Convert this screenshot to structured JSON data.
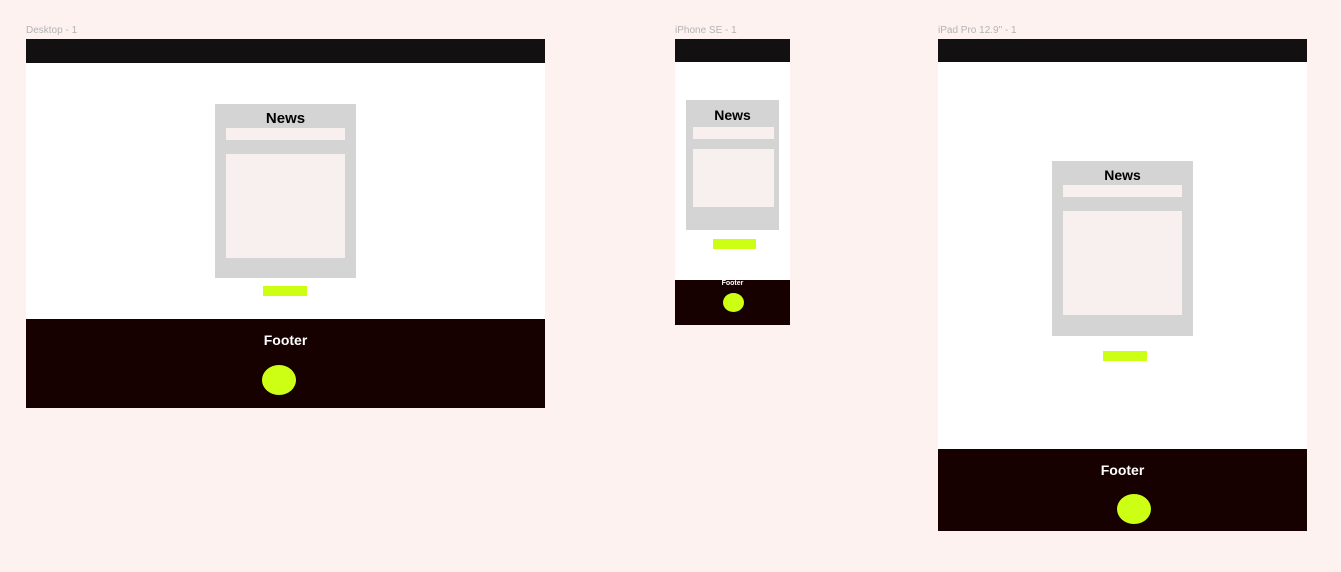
{
  "canvas": {
    "background": "#fdf2f0"
  },
  "colors": {
    "header": "#121010",
    "footer": "#160000",
    "accent": "#ccff14",
    "card": "#d4d4d4",
    "card_inner": "#f7f0ee",
    "frame_bg": "#ffffff",
    "label": "#b3b3b3"
  },
  "frames": {
    "desktop": {
      "label": "Desktop - 1",
      "news_title": "News",
      "footer_title": "Footer"
    },
    "iphone": {
      "label": "iPhone SE - 1",
      "news_title": "News",
      "footer_title": "Footer"
    },
    "ipad": {
      "label": "iPad Pro 12.9\" - 1",
      "news_title": "News",
      "footer_title": "Footer"
    }
  }
}
